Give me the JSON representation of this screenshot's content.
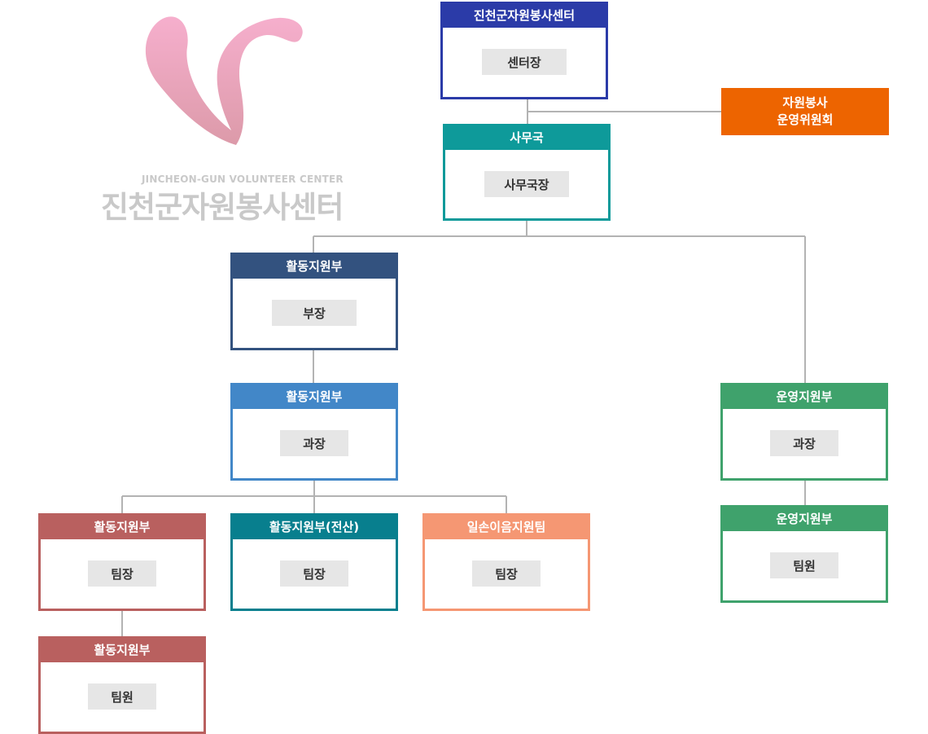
{
  "logo": {
    "subtitle": "JINCHEON-GUN VOLUNTEER CENTER",
    "title": "진천군자원봉사센터"
  },
  "committee": {
    "line1": "자원봉사",
    "line2": "운영위원회"
  },
  "nodes": {
    "center": {
      "title": "진천군자원봉사센터",
      "role": "센터장"
    },
    "office": {
      "title": "사무국",
      "role": "사무국장"
    },
    "activity_dept": {
      "title": "활동지원부",
      "role": "부장"
    },
    "activity_section": {
      "title": "활동지원부",
      "role": "과장"
    },
    "activity_team": {
      "title": "활동지원부",
      "role": "팀장"
    },
    "activity_it_team": {
      "title": "활동지원부(전산)",
      "role": "팀장"
    },
    "job_team": {
      "title": "일손이음지원팀",
      "role": "팀장"
    },
    "activity_member": {
      "title": "활동지원부",
      "role": "팀원"
    },
    "operation_section": {
      "title": "운영지원부",
      "role": "과장"
    },
    "operation_member": {
      "title": "운영지원부",
      "role": "팀원"
    }
  },
  "colors": {
    "center": "#2b3ba8",
    "office": "#0e9a9a",
    "activity_dept": "#33527f",
    "activity_section": "#4287c8",
    "activity_team": "#b9605f",
    "activity_it_team": "#087f8e",
    "job_team": "#f59773",
    "operation": "#3fa26c",
    "committee": "#ed6400",
    "connector": "#b3b3b3",
    "logo_pink": "#f4a9c8"
  }
}
